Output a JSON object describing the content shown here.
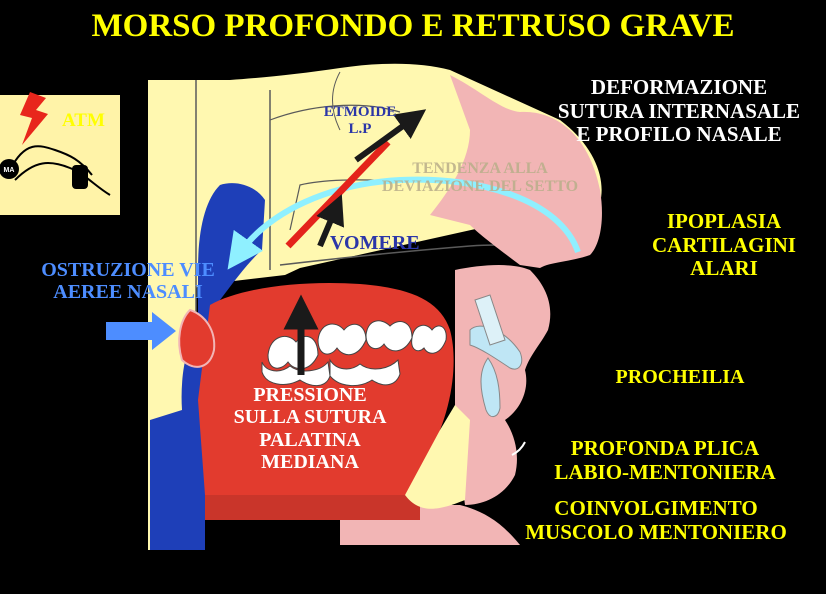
{
  "title": "MORSO PROFONDO E RETRUSO GRAVE",
  "inset": {
    "label": "ATM",
    "badge": "MA"
  },
  "labels": {
    "deformazione": [
      "DEFORMAZIONE",
      "SUTURA INTERNASALE",
      "E PROFILO NASALE"
    ],
    "etmoide": [
      "ETMOIDE",
      "L.P"
    ],
    "tendenza": [
      "TENDENZA ALLA",
      "DEVIAZIONE DEL SETTO"
    ],
    "vomere": "VOMERE",
    "ipoplasia": [
      "IPOPLASIA",
      "CARTILAGINI",
      "ALARI"
    ],
    "ostruzione": [
      "OSTRUZIONE VIE",
      "AEREE NASALI"
    ],
    "procheilia": "PROCHEILIA",
    "pressione": [
      "PRESSIONE",
      "SULLA SUTURA",
      "PALATINA",
      "MEDIANA"
    ],
    "plica": [
      "PROFONDA PLICA",
      "LABIO-MENTONIERA"
    ],
    "coinvolgimento": [
      "COINVOLGIMENTO",
      "MUSCOLO MENTONIERO"
    ]
  },
  "colors": {
    "background": "#000000",
    "title": "#FFFF00",
    "bone": "#FFF8B0",
    "soft_tissue": "#F2B5B5",
    "tongue": "#E23B2E",
    "airway": "#1E3FB8",
    "arrow_cyan": "#8FF0FF",
    "arrow_blue": "#4D8DFF",
    "arrow_dark": "#1A1A1A",
    "arrow_red": "#E4231B"
  }
}
